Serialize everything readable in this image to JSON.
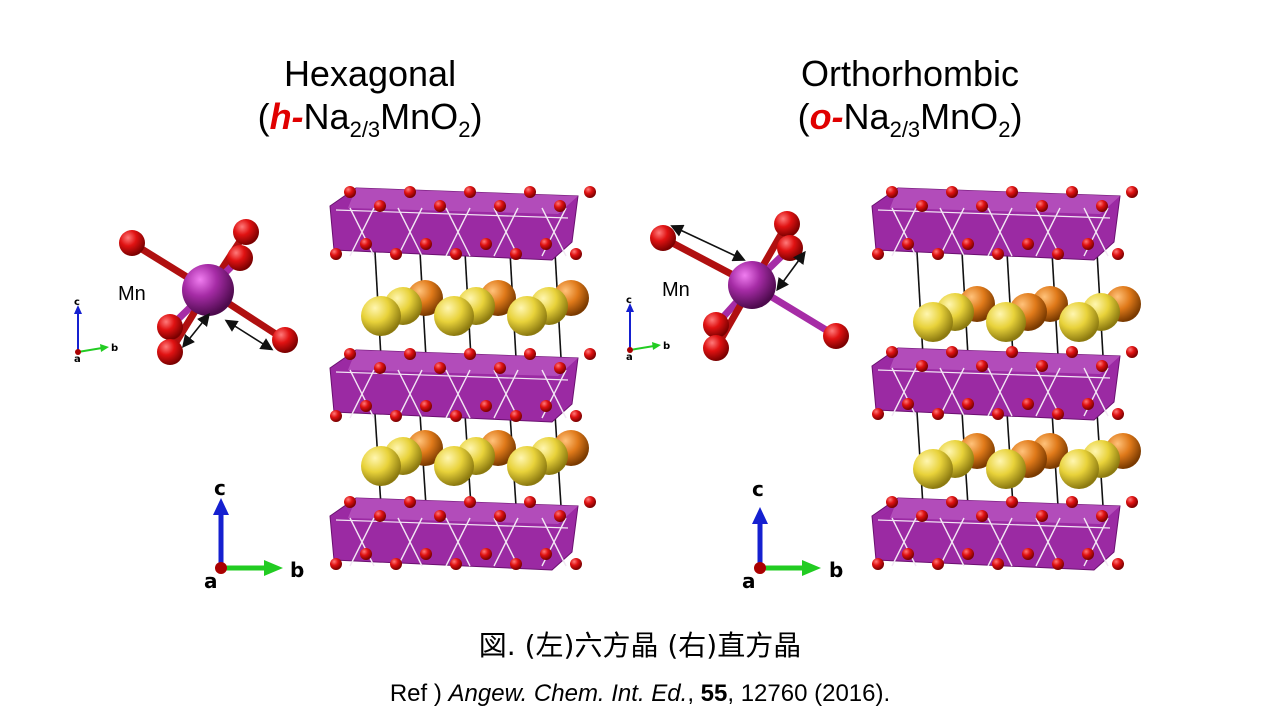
{
  "titles": {
    "left": {
      "line1": "Hexagonal",
      "prefix": "h-",
      "formula_main": "Na",
      "formula_sub1": "2/3",
      "formula_mid": "MnO",
      "formula_sub2": "2"
    },
    "right": {
      "line1": "Orthorhombic",
      "prefix": "o-",
      "formula_main": "Na",
      "formula_sub1": "2/3",
      "formula_mid": "MnO",
      "formula_sub2": "2"
    }
  },
  "labels": {
    "mn_left": "Mn",
    "mn_right": "Mn",
    "axis_c": "c",
    "axis_b": "b",
    "axis_a": "a"
  },
  "caption": "図. (左)六方晶 (右)直方晶",
  "reference": {
    "prefix": "Ref ) ",
    "journal": "Angew. Chem. Int. Ed.",
    "sep1": ", ",
    "volume": "55",
    "rest": ", 12760 (2016)."
  },
  "colors": {
    "oxygen": "#d90b0b",
    "manganese": "#a62ca6",
    "octahedra": "#9b2aa3",
    "na_yellow": "#e8d23a",
    "na_orange": "#e07a1a",
    "axis_c": "#1520d0",
    "axis_b": "#22cc22",
    "accent_red": "#e00000"
  }
}
